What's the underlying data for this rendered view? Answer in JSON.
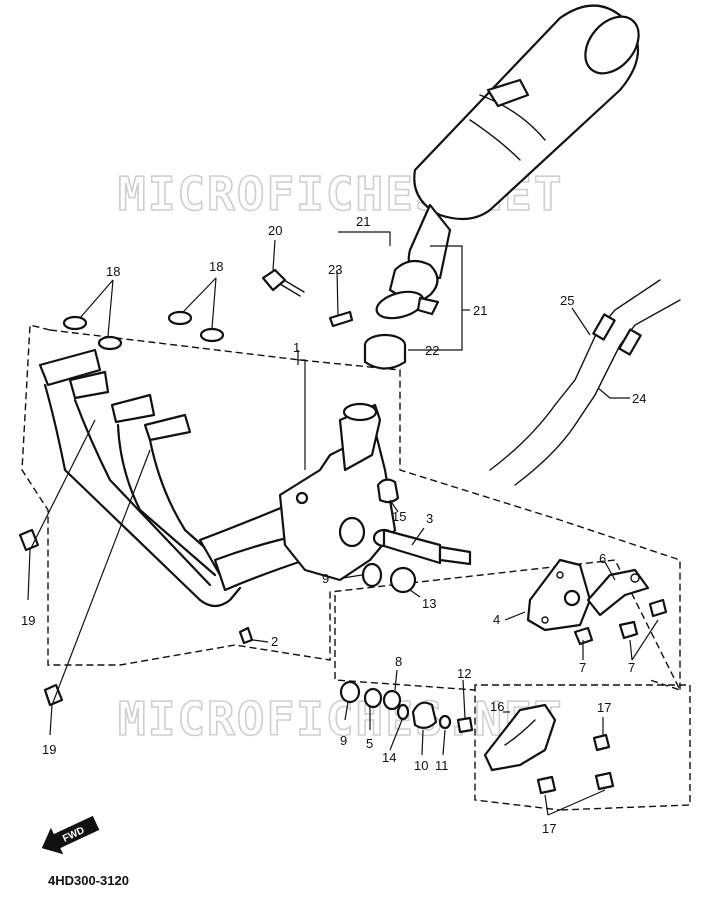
{
  "watermark": "MICROFICHES.NET",
  "diagram_code": "4HD300-3120",
  "fwd_label": "FWD",
  "callouts": [
    {
      "id": "c1",
      "text": "1"
    },
    {
      "id": "c2",
      "text": "2"
    },
    {
      "id": "c3",
      "text": "3"
    },
    {
      "id": "c4",
      "text": "4"
    },
    {
      "id": "c5",
      "text": "5"
    },
    {
      "id": "c6",
      "text": "6"
    },
    {
      "id": "c7a",
      "text": "7"
    },
    {
      "id": "c7b",
      "text": "7"
    },
    {
      "id": "c8",
      "text": "8"
    },
    {
      "id": "c9a",
      "text": "9"
    },
    {
      "id": "c9b",
      "text": "9"
    },
    {
      "id": "c10",
      "text": "10"
    },
    {
      "id": "c11",
      "text": "11"
    },
    {
      "id": "c12",
      "text": "12"
    },
    {
      "id": "c13",
      "text": "13"
    },
    {
      "id": "c14",
      "text": "14"
    },
    {
      "id": "c15",
      "text": "15"
    },
    {
      "id": "c16",
      "text": "16"
    },
    {
      "id": "c17a",
      "text": "17"
    },
    {
      "id": "c17b",
      "text": "17"
    },
    {
      "id": "c18a",
      "text": "18"
    },
    {
      "id": "c18b",
      "text": "18"
    },
    {
      "id": "c19a",
      "text": "19"
    },
    {
      "id": "c19b",
      "text": "19"
    },
    {
      "id": "c20",
      "text": "20"
    },
    {
      "id": "c21a",
      "text": "21"
    },
    {
      "id": "c21b",
      "text": "21"
    },
    {
      "id": "c22",
      "text": "22"
    },
    {
      "id": "c23",
      "text": "23"
    },
    {
      "id": "c24",
      "text": "24"
    },
    {
      "id": "c25",
      "text": "25"
    }
  ]
}
